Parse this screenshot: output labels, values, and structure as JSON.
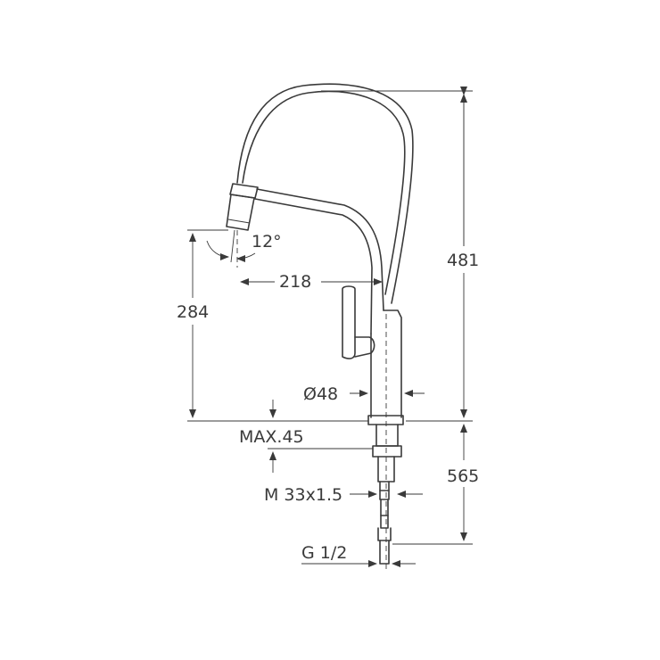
{
  "dimensions": {
    "total_height": "481",
    "spout_height": "284",
    "reach": "218",
    "spray_angle": "12°",
    "base_diameter": "Ø48",
    "max_thickness": "MAX.45",
    "under_length": "565",
    "thread": "M 33x1.5",
    "connector": "G 1/2"
  },
  "colors": {
    "line": "#3a3a3a",
    "background": "#ffffff"
  }
}
